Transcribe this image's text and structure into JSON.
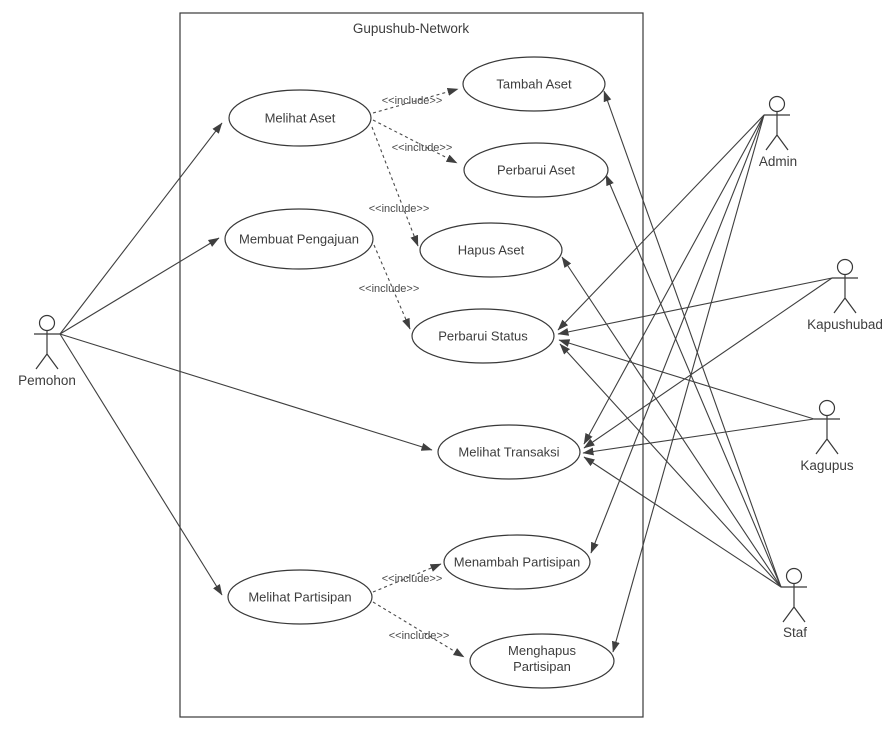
{
  "system": {
    "title": "Gupushub-Network"
  },
  "actors": {
    "pemohon": {
      "label": "Pemohon"
    },
    "admin": {
      "label": "Admin"
    },
    "kapushubad": {
      "label": "Kapushubad"
    },
    "kagupus": {
      "label": "Kagupus"
    },
    "staf": {
      "label": "Staf"
    }
  },
  "use_cases": {
    "melihat_aset": {
      "label": "Melihat Aset"
    },
    "membuat_pengajuan": {
      "label": "Membuat Pengajuan"
    },
    "tambah_aset": {
      "label": "Tambah Aset"
    },
    "perbarui_aset": {
      "label": "Perbarui Aset"
    },
    "hapus_aset": {
      "label": "Hapus Aset"
    },
    "perbarui_status": {
      "label": "Perbarui Status"
    },
    "melihat_transaksi": {
      "label": "Melihat Transaksi"
    },
    "melihat_partisipan": {
      "label": "Melihat Partisipan"
    },
    "menambah_partisipan": {
      "label": "Menambah Partisipan"
    },
    "menghapus_partisipan": {
      "line1": "Menghapus",
      "line2": "Partisipan"
    }
  },
  "relationships": {
    "associations": [
      {
        "from": "Pemohon",
        "to": "Melihat Aset"
      },
      {
        "from": "Pemohon",
        "to": "Membuat Pengajuan"
      },
      {
        "from": "Pemohon",
        "to": "Melihat Transaksi"
      },
      {
        "from": "Pemohon",
        "to": "Melihat Partisipan"
      },
      {
        "from": "Admin",
        "to": "Perbarui Status"
      },
      {
        "from": "Admin",
        "to": "Melihat Transaksi"
      },
      {
        "from": "Admin",
        "to": "Menambah Partisipan"
      },
      {
        "from": "Admin",
        "to": "Menghapus Partisipan"
      },
      {
        "from": "Kapushubad",
        "to": "Perbarui Status"
      },
      {
        "from": "Kapushubad",
        "to": "Melihat Transaksi"
      },
      {
        "from": "Kagupus",
        "to": "Perbarui Status"
      },
      {
        "from": "Kagupus",
        "to": "Melihat Transaksi"
      },
      {
        "from": "Staf",
        "to": "Tambah Aset"
      },
      {
        "from": "Staf",
        "to": "Perbarui Aset"
      },
      {
        "from": "Staf",
        "to": "Hapus Aset"
      },
      {
        "from": "Staf",
        "to": "Perbarui Status"
      },
      {
        "from": "Staf",
        "to": "Melihat Transaksi"
      }
    ],
    "includes": [
      {
        "from": "Melihat Aset",
        "to": "Tambah Aset",
        "label": "<<include>>"
      },
      {
        "from": "Melihat Aset",
        "to": "Perbarui Aset",
        "label": "<<include>>"
      },
      {
        "from": "Melihat Aset",
        "to": "Hapus Aset",
        "label": "<<include>>"
      },
      {
        "from": "Membuat Pengajuan",
        "to": "Perbarui Status",
        "label": "<<include>>"
      },
      {
        "from": "Melihat Partisipan",
        "to": "Menambah Partisipan",
        "label": "<<include>>"
      },
      {
        "from": "Melihat Partisipan",
        "to": "Menghapus Partisipan",
        "label": "<<include>>"
      }
    ]
  }
}
